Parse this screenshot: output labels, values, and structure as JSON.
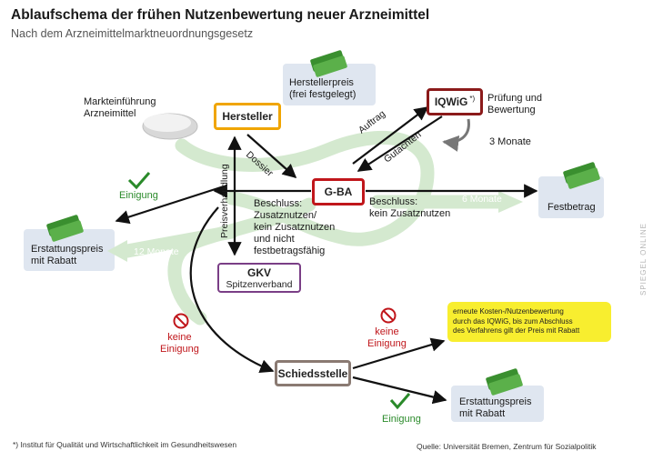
{
  "header": {
    "title": "Ablaufschema der frühen Nutzenbewertung neuer Arzneimittel",
    "subtitle": "Nach dem Arzneimittelmarktneuordnungsgesetz"
  },
  "nodes": {
    "hersteller": "Hersteller",
    "gba": "G-BA",
    "iqwig": "IQWiG",
    "iqwig_mark": "*)",
    "gkv": "GKV",
    "gkv_sub": "Spitzenverband",
    "schiedsstelle": "Schiedsstelle"
  },
  "labels": {
    "markteinfuehrung_1": "Markteinführung",
    "markteinfuehrung_2": "Arzneimittel",
    "herstellerpreis_1": "Herstellerpreis",
    "herstellerpreis_2": "(frei festgelegt)",
    "pruefung_1": "Prüfung und",
    "pruefung_2": "Bewertung",
    "drei_monate": "3 Monate",
    "auftrag": "Auftrag",
    "gutachten": "Gutachten",
    "dossier": "Dossier",
    "preisverhandlung": "Preisverhandlung",
    "festbetrag": "Festbetrag",
    "sechs_monate": "6 Monate",
    "zwoelf_monate": "12 Monate",
    "beschluss_nein_1": "Beschluss:",
    "beschluss_nein_2": "kein Zusatznutzen",
    "beschluss_ja_1": "Beschluss:",
    "beschluss_ja_2": "Zusatznutzen/",
    "beschluss_ja_3": "kein Zusatznutzen",
    "beschluss_ja_4": "und nicht",
    "beschluss_ja_5": "festbetragsfähig",
    "einigung": "Einigung",
    "keine": "keine",
    "einigung2": "Einigung",
    "erstattung_1": "Erstattungspreis",
    "erstattung_2": "mit Rabatt",
    "erstattung_b_1": "Erstattungspreis",
    "erstattung_b_2": "mit Rabatt",
    "neg2_keine": "keine",
    "neg2_einigung": "Einigung",
    "pos2_einigung": "Einigung",
    "note_1": "erneute Kosten-/Nutzenbewertung",
    "note_2": "durch das IQWiG, bis zum Abschluss",
    "note_3": "des Verfahrens gilt der Preis mit Rabatt"
  },
  "footer": {
    "footnote": "*) Institut für Qualität und Wirtschaftlichkeit im Gesundheitswesen",
    "source": "Quelle: Universität Bremen, Zentrum für Sozialpolitik",
    "watermark": "SPIEGEL ONLINE"
  },
  "colors": {
    "hersteller_border": "#f0a500",
    "gba_border": "#c0161b",
    "iqwig_border": "#8b1a1a",
    "gkv_border": "#7a3e86",
    "schiedsstelle_border": "#8a7a72",
    "flow_green": "#d4e9cf",
    "panel_blue": "#dfe6f0",
    "note_yellow": "#f8ee2f"
  }
}
